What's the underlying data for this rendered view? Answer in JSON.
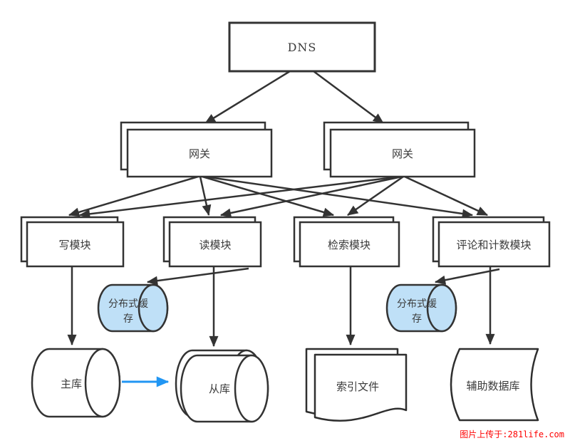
{
  "diagram": {
    "nodes": {
      "dns": {
        "label": "DNS",
        "shape": "rectangle"
      },
      "gateway_left": {
        "label": "网关",
        "shape": "stacked-rectangle"
      },
      "gateway_right": {
        "label": "网关",
        "shape": "stacked-rectangle"
      },
      "write_module": {
        "label": "写模块",
        "shape": "stacked-rectangle"
      },
      "read_module": {
        "label": "读模块",
        "shape": "stacked-rectangle"
      },
      "search_module": {
        "label": "检索模块",
        "shape": "stacked-rectangle"
      },
      "comment_count_module": {
        "label": "评论和计数模块",
        "shape": "stacked-rectangle"
      },
      "cache_left": {
        "label": "分布式缓存",
        "line1": "分布式缓",
        "line2": "存",
        "shape": "horizontal-cylinder"
      },
      "cache_right": {
        "label": "分布式缓存",
        "line1": "分布式缓",
        "line2": "存",
        "shape": "horizontal-cylinder"
      },
      "master_db": {
        "label": "主库",
        "shape": "horizontal-cylinder"
      },
      "slave_db": {
        "label": "从库",
        "shape": "stacked-horizontal-cylinder"
      },
      "index_file": {
        "label": "索引文件",
        "shape": "stacked-document"
      },
      "aux_db": {
        "label": "辅助数据库",
        "shape": "stored-data"
      }
    },
    "edges": [
      {
        "from": "dns",
        "to": "gateway_left"
      },
      {
        "from": "dns",
        "to": "gateway_right"
      },
      {
        "from": "gateway_left",
        "to": "write_module"
      },
      {
        "from": "gateway_left",
        "to": "read_module"
      },
      {
        "from": "gateway_left",
        "to": "search_module"
      },
      {
        "from": "gateway_left",
        "to": "comment_count_module"
      },
      {
        "from": "gateway_right",
        "to": "write_module"
      },
      {
        "from": "gateway_right",
        "to": "read_module"
      },
      {
        "from": "gateway_right",
        "to": "search_module"
      },
      {
        "from": "gateway_right",
        "to": "comment_count_module"
      },
      {
        "from": "write_module",
        "to": "master_db"
      },
      {
        "from": "read_module",
        "to": "cache_left"
      },
      {
        "from": "read_module",
        "to": "slave_db"
      },
      {
        "from": "search_module",
        "to": "index_file"
      },
      {
        "from": "comment_count_module",
        "to": "cache_right"
      },
      {
        "from": "comment_count_module",
        "to": "aux_db"
      },
      {
        "from": "master_db",
        "to": "slave_db",
        "style": "blue"
      }
    ],
    "colors": {
      "node_stroke": "#333333",
      "node_fill": "#ffffff",
      "cache_fill": "#bfe0f7",
      "replication_arrow": "#2196f3",
      "text": "#3b3b3b",
      "watermark": "#fe0000"
    }
  },
  "watermark": {
    "text": "图片上传于:281life.com"
  }
}
